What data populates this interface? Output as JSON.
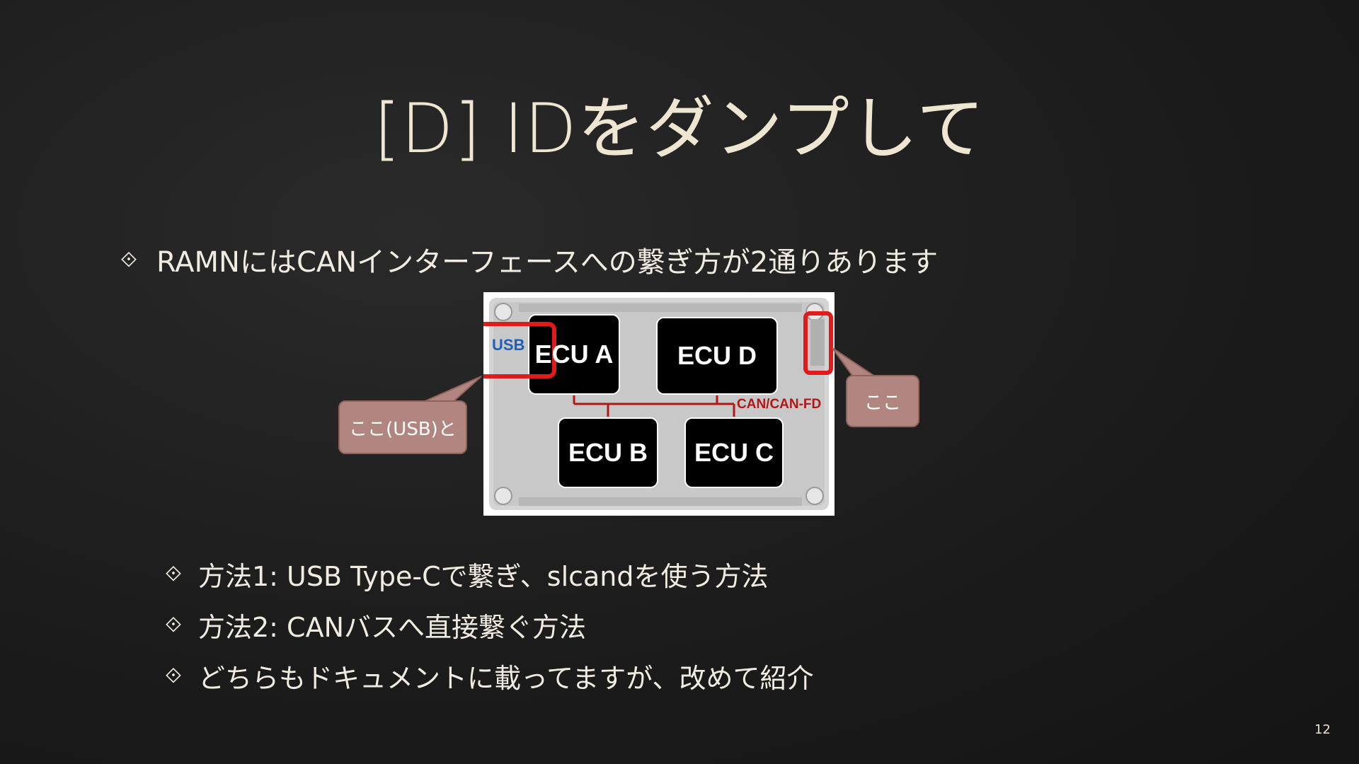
{
  "slide": {
    "title": "[D] IDをダンプして",
    "main_bullet": "RAMNにはCANインターフェースへの繋ぎ方が2通りあります",
    "sub_bullets": [
      "方法1: USB Type-Cで繋ぎ、slcandを使う方法",
      "方法2: CANバスへ直接繋ぐ方法",
      "どちらもドキュメントに載ってますが、改めて紹介"
    ],
    "page_number": "12",
    "bullet_symbol": "⟐"
  },
  "board_image": {
    "usb_label": "USB",
    "ecu_a": "ECU A",
    "ecu_b": "ECU B",
    "ecu_c": "ECU C",
    "ecu_d": "ECU D",
    "bus_label": "CAN/CAN-FD",
    "highlight_color": "#e01b1b",
    "bus_color": "#b01818"
  },
  "callouts": {
    "left": "ここ(USB)と",
    "right": "ここ"
  }
}
